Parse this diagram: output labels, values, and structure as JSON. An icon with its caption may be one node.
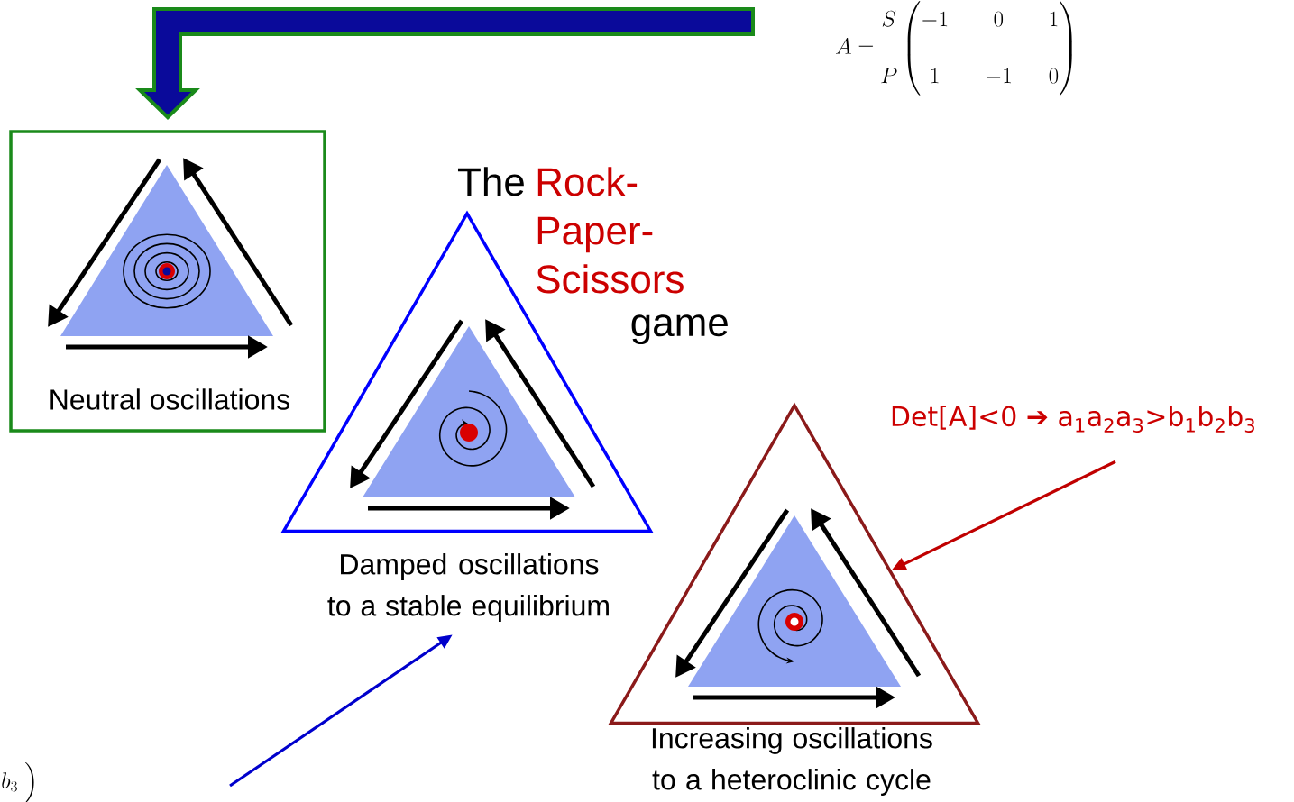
{
  "diagram": {
    "nodes": [
      {
        "text": [
          "Neutral oscillations"
        ]
      },
      {
        "text": [
          "Damped oscillations to a stable equilibrium"
        ]
      },
      {
        "text": [
          "Increasing oscillations to a heteroclinic cycle"
        ]
      },
      {
        "text": [
          "Det[A]<0 ➔ a$_{1}$a$_{2}$a$_{3}$>b$_{1}$b$_{2}$b$_{3}$"
        ]
      }
    ],
    "edges": [
      {
        "from": null,
        "to": 0,
        "arrow": "to",
        "style": "thick"
      },
      {
        "from": null,
        "to": 1,
        "arrow": "to",
        "color": "#0000cc"
      },
      {
        "from": 3,
        "to": 2,
        "arrow": "to",
        "color": "#c00000"
      }
    ],
    "labels": [
      "A = \\begin{matrix} S \\\\[0.9em] P \\end{matrix} \\left(\\begin{matrix} -1 & \\quad 0 & \\quad 1 \\\\[0.9em] 1 & \\quad -1 & \\quad 0 \\end{matrix}\\right)",
      "The",
      "Rock-Paper-Scissors",
      "game",
      "b_{3}\\ \\Big)"
    ]
  }
}
